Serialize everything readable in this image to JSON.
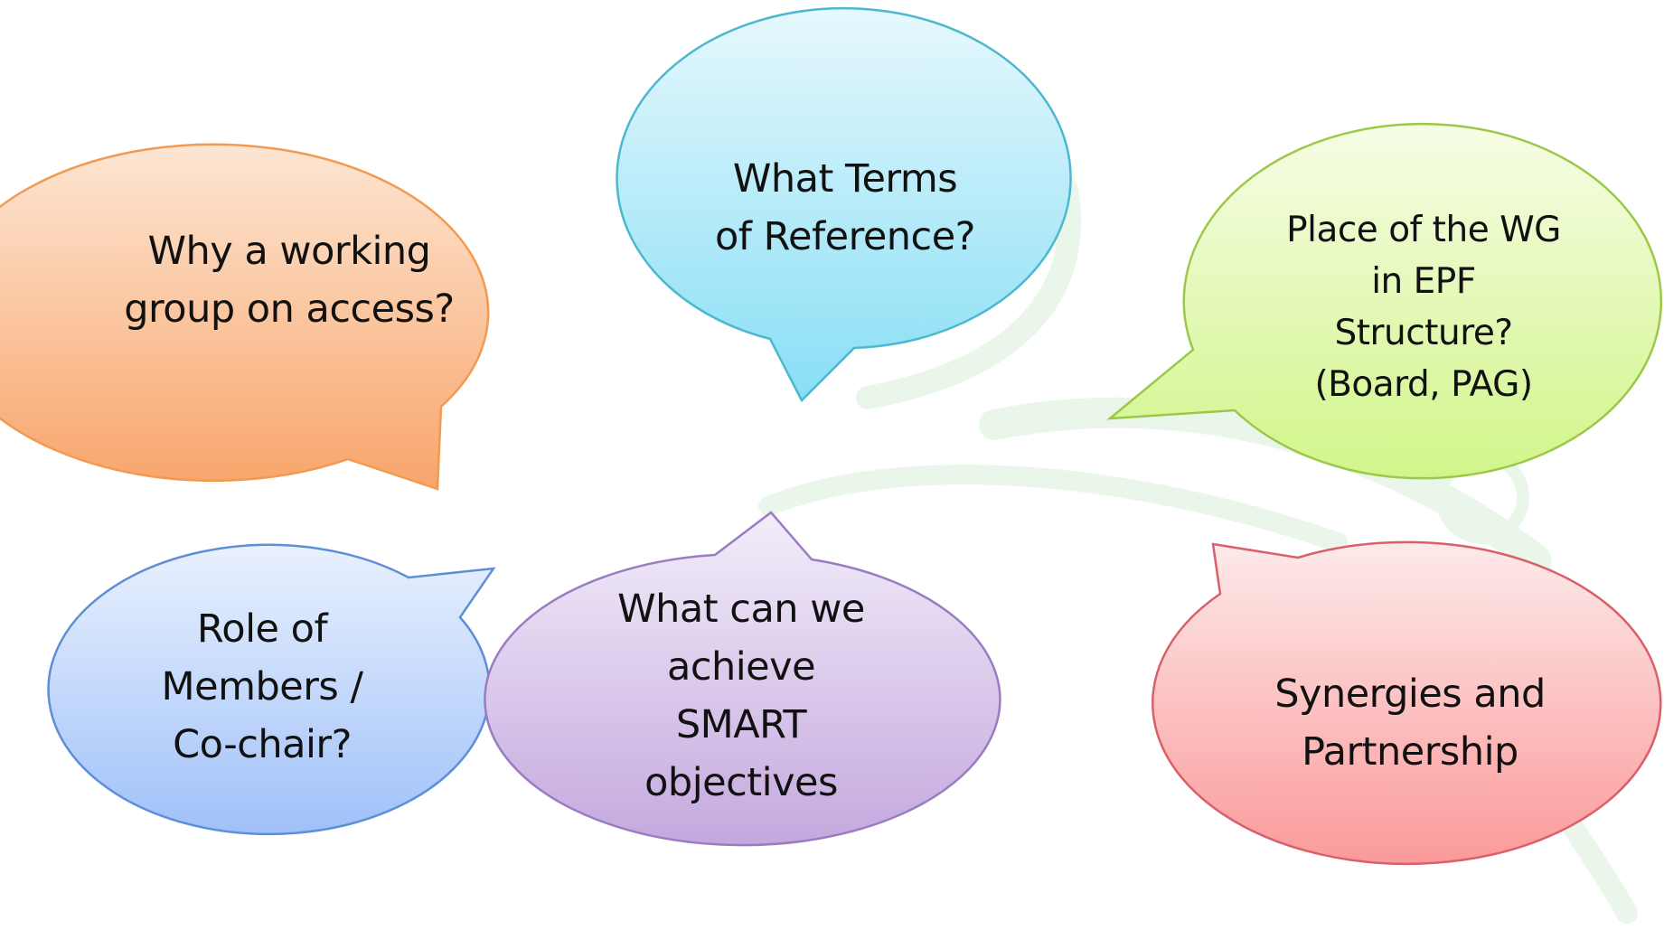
{
  "bubbles": {
    "why_working_group": {
      "lines": [
        "Why a working",
        "group on access?"
      ],
      "color": "#f7a866"
    },
    "terms_of_reference": {
      "lines": [
        "What Terms",
        "of Reference?"
      ],
      "color": "#8fe0f5"
    },
    "place_of_wg": {
      "lines": [
        "Place of the WG",
        "in EPF",
        "Structure?",
        "(Board, PAG)"
      ],
      "color": "#d4f58f"
    },
    "role_of_members": {
      "lines": [
        "Role of",
        "Members /",
        "Co-chair?"
      ],
      "color": "#a8c8fa"
    },
    "what_can_we_achieve": {
      "lines": [
        "What can we",
        "achieve",
        "SMART",
        "objectives"
      ],
      "color": "#c8b0e0"
    },
    "synergies": {
      "lines": [
        "Synergies and",
        "Partnership"
      ],
      "color": "#fc9e9e"
    }
  }
}
